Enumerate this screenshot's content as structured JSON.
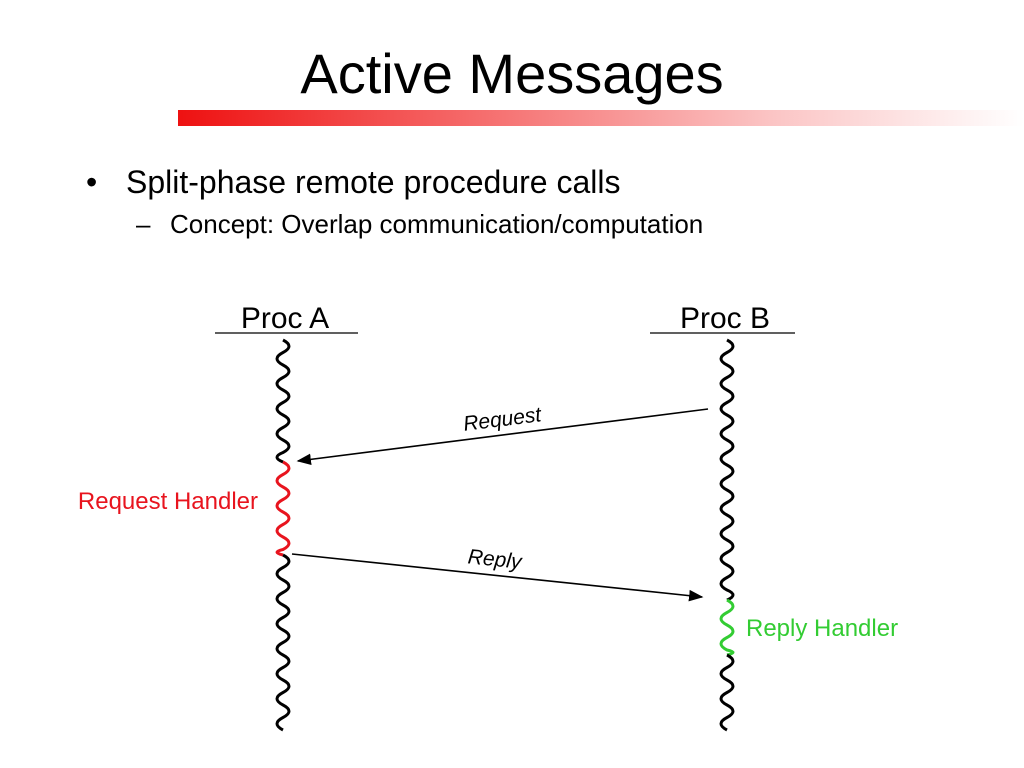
{
  "slide": {
    "title": "Active Messages",
    "bullets": [
      {
        "marker": "•",
        "text": "Split-phase remote procedure calls",
        "sub": [
          {
            "marker": "–",
            "text": "Concept: Overlap communication/computation"
          }
        ]
      }
    ]
  },
  "diagram": {
    "processes": [
      {
        "label": "Proc A"
      },
      {
        "label": "Proc B"
      }
    ],
    "messages": [
      {
        "label": "Request",
        "from": "Proc B",
        "to": "Proc A"
      },
      {
        "label": "Reply",
        "from": "Proc A",
        "to": "Proc B"
      }
    ],
    "handlers": [
      {
        "label": "Request Handler",
        "process": "Proc A",
        "color": "#e8141e"
      },
      {
        "label": "Reply Handler",
        "process": "Proc B",
        "color": "#33cc33"
      }
    ],
    "colors": {
      "title_bar": "#ee1111",
      "timeline": "#000000"
    }
  }
}
